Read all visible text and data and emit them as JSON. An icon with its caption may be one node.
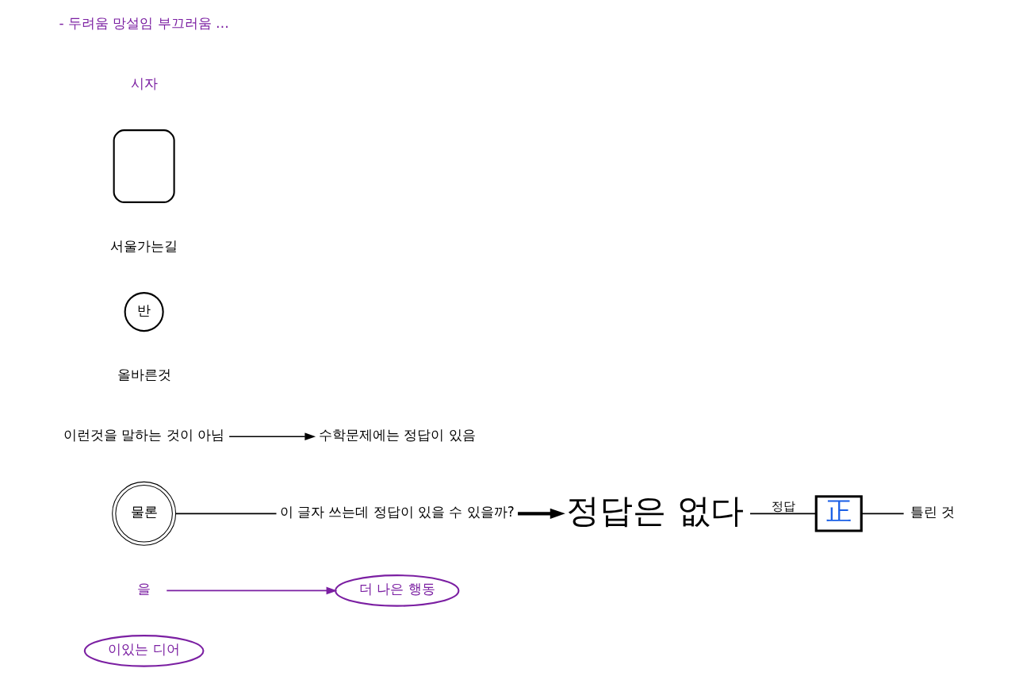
{
  "diagram": {
    "nodes": [
      {
        "text": [
          "이있는 디어"
        ]
      },
      {
        "text": [
          "더 나은 행동"
        ]
      },
      {
        "text": [
          "을"
        ]
      },
      {
        "text": [
          "이 글자 쓰는데 정답이 있을 수 있을까?"
        ]
      },
      {
        "text": [
          "정답은 없다"
        ]
      },
      {
        "text": [
          "물론"
        ]
      },
      {
        "text": [
          "이런것을 말하는 것이 아님"
        ]
      },
      {
        "text": [
          "수학문제에는 정답이 있음"
        ]
      },
      {
        "text": [
          "正"
        ]
      },
      {
        "text": [
          "올바른것"
        ]
      },
      {
        "text": [
          "반"
        ]
      },
      {
        "text": [
          "틀린 것"
        ]
      },
      {
        "text": [
          "서울가는길"
        ]
      },
      {
        "text": [],
        "shape": "box"
      }
    ],
    "edges": [
      {
        "from": 2,
        "to": 1,
        "arrow": "to",
        "color": "#7b1fa2"
      },
      {
        "from": 3,
        "to": 4,
        "arrow": "to",
        "style": "thick"
      },
      {
        "from": 5,
        "to": 3,
        "arrow": "none"
      },
      {
        "from": 6,
        "to": 7,
        "arrow": "to"
      },
      {
        "from": 4,
        "to": 8,
        "arrow": "none",
        "label": "정답"
      },
      {
        "from": 8,
        "to": 11,
        "arrow": "none"
      }
    ],
    "labels": [
      "시자",
      "- 두려움 망설임 부끄러움 …"
    ]
  }
}
